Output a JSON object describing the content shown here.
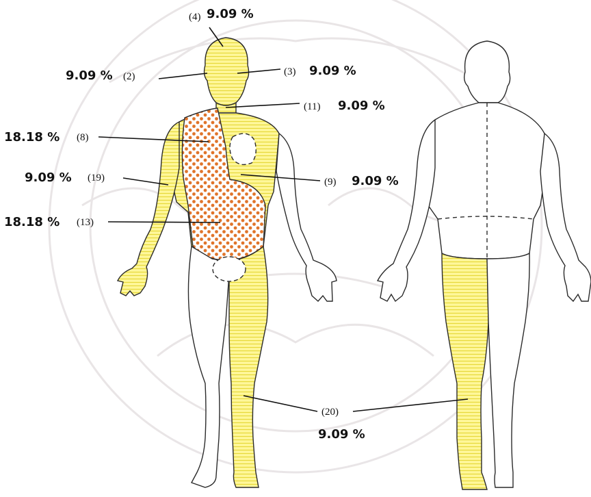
{
  "colors": {
    "hatch_fill": "#fff79a",
    "hatch_line": "#e6d83a",
    "dot_color": "#e0742a",
    "outline": "#2a2a2a",
    "watermark": "#cfc6c9"
  },
  "regions": [
    {
      "number": "(4)",
      "percent": "9.09 %"
    },
    {
      "number": "(2)",
      "percent": "9.09 %"
    },
    {
      "number": "(3)",
      "percent": "9.09 %"
    },
    {
      "number": "(11)",
      "percent": "9.09 %"
    },
    {
      "number": "(8)",
      "percent": "18.18 %"
    },
    {
      "number": "(19)",
      "percent": "9.09 %"
    },
    {
      "number": "(9)",
      "percent": "9.09 %"
    },
    {
      "number": "(13)",
      "percent": "18.18 %"
    },
    {
      "number": "(20)",
      "percent": "9.09 %"
    }
  ]
}
